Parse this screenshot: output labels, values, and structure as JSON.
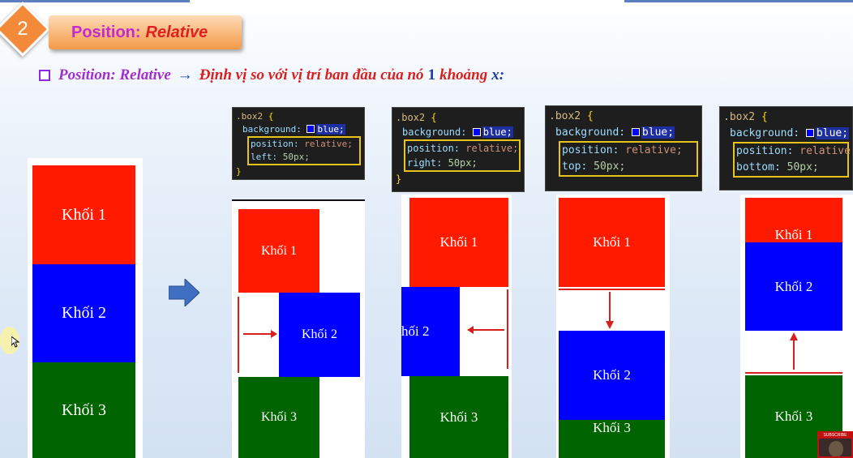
{
  "slide": {
    "number": "2",
    "title_a": "Position:",
    "title_b": "Relative",
    "subtitle_a": "Position: Relative",
    "subtitle_arrow": "→",
    "subtitle_b": "Định vị so với vị trí ban đầu của nó",
    "subtitle_num": "1",
    "subtitle_c": "khoảng",
    "subtitle_x": "x:"
  },
  "boxes": {
    "b1": "Khối 1",
    "b2": "Khối 2",
    "b3": "Khối 3",
    "b2_partial": "hối 2",
    "b1_partial": "Khối 1",
    "b3_partial": "Khối 3"
  },
  "code": {
    "selector": ".box2",
    "open": "{",
    "close": "}",
    "prop_bg": "background:",
    "val_blue": "blue;",
    "prop_pos": "position:",
    "val_rel": "relative;",
    "panels": [
      {
        "prop": "left:",
        "val": "50px;"
      },
      {
        "prop": "right:",
        "val": "50px;"
      },
      {
        "prop": "top:",
        "val": "50px;"
      },
      {
        "prop": "bottom:",
        "val": "50px;"
      }
    ]
  },
  "overlay": {
    "channel_badge": "SUBSCRIBE"
  },
  "colors": {
    "red": "#ff1a00",
    "blue": "#0000ff",
    "green": "#006400",
    "accent": "#f28a3a"
  }
}
